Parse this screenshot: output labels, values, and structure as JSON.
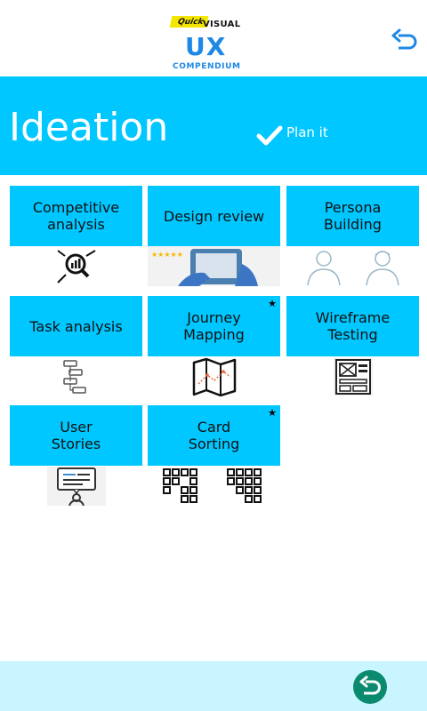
{
  "header": {
    "logo": {
      "quick": "Quick",
      "visual": "VISUAL",
      "ux": "UX",
      "compendium": "COMPENDIUM"
    },
    "undo_icon": "undo-arrow-icon"
  },
  "banner": {
    "title": "Ideation",
    "plan_label": "Plan it",
    "check_icon": "check-icon"
  },
  "cards": [
    {
      "label": "Competitive\nanalysis",
      "icon": "magnifier-chart-icon",
      "starred": false
    },
    {
      "label": "Design review",
      "icon": "tablet-review-image",
      "starred": false
    },
    {
      "label": "Persona\nBuilding",
      "icon": "personas-icon",
      "starred": false
    },
    {
      "label": "Task analysis",
      "icon": "flow-steps-icon",
      "starred": false
    },
    {
      "label": "Journey\nMapping",
      "icon": "map-icon",
      "starred": true
    },
    {
      "label": "Wireframe\nTesting",
      "icon": "wireframe-icon",
      "starred": false
    },
    {
      "label": "User\nStories",
      "icon": "user-story-icon",
      "starred": false
    },
    {
      "label": "Card\nSorting",
      "icon": "card-grid-icon",
      "starred": true
    }
  ],
  "star_glyph": "★",
  "bottom": {
    "back_icon": "back-arrow-icon"
  },
  "colors": {
    "accent": "#00c7ff",
    "bottom_bar": "#c8f5ff",
    "back_button": "#0a8a6f",
    "logo_blue": "#1e88e5"
  }
}
